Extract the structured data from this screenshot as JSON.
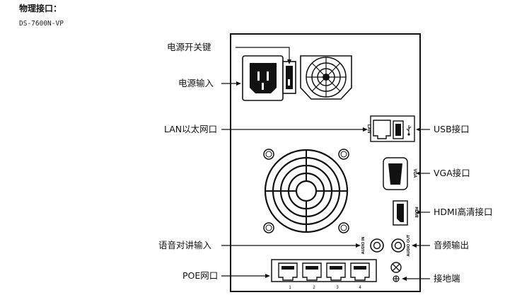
{
  "heading": "物理接口：",
  "model": "DS-7600N-VP",
  "device": {
    "lan_port_label": "LAN",
    "vga_port_label": "VGA",
    "hdmi_port_label": "HDMI",
    "audio_in_label": "AUDIO IN",
    "audio_out_label": "AUDIO OUT",
    "poe_numbers": [
      "1",
      "2",
      "3",
      "4"
    ]
  },
  "callouts": {
    "power_switch": "电源开关键",
    "power_input": "电源输入",
    "lan": "LAN以太网口",
    "usb": "USB接口",
    "vga": "VGA接口",
    "hdmi": "HDMI高清接口",
    "audio_in": "语音对讲输入",
    "audio_out": "音频输出",
    "poe": "POE网口",
    "ground": "接地端"
  }
}
